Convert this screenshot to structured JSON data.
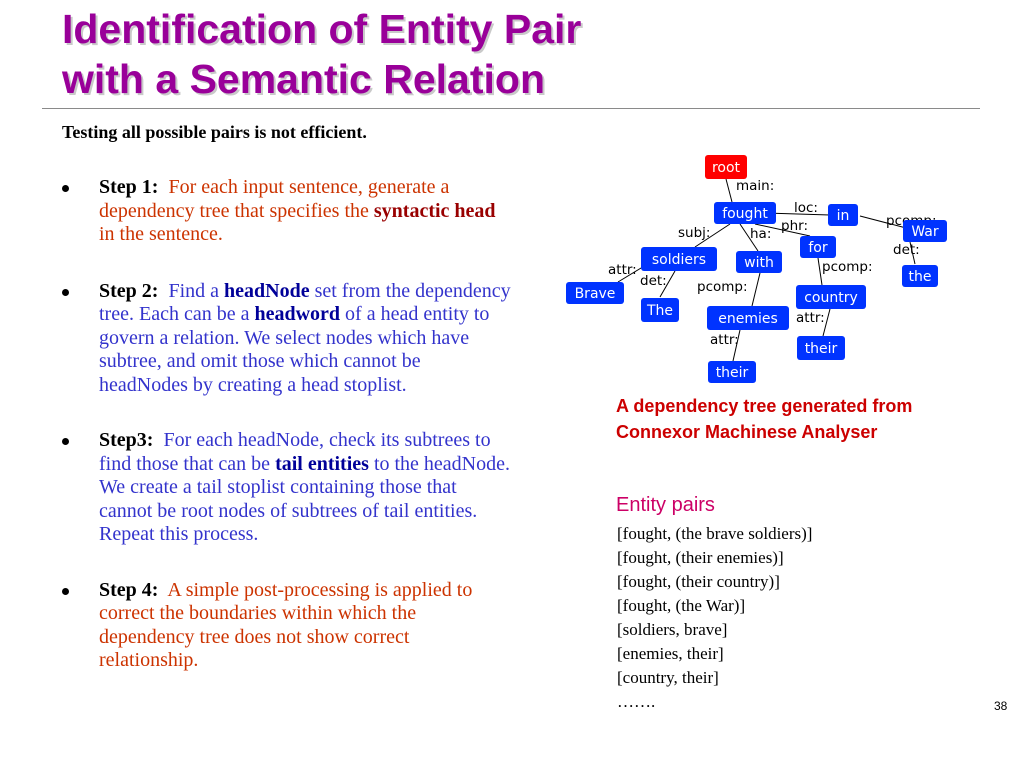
{
  "title": {
    "line1": "Identification of Entity Pair",
    "line2": "with a Semantic Relation"
  },
  "subtitle": "Testing all possible pairs is not efficient.",
  "steps": [
    {
      "label": "Step 1:",
      "text_1": "For each input sentence, generate a dependency tree that specifies the ",
      "bold_1": "syntactic head",
      "text_2": " in the sentence."
    },
    {
      "label": "Step 2:",
      "text_1": "Find a ",
      "bold_1": "headNode",
      "text_2": " set from the dependency tree.  Each can be a ",
      "bold_2": "headword",
      "text_3": " of a head entity to govern a relation.  We select nodes which have subtree, and omit those which cannot be headNodes by creating a head stoplist."
    },
    {
      "label": "Step3:",
      "text_1": "For each headNode, check its subtrees to find those that can be ",
      "bold_1": "tail entities",
      "text_2": " to the headNode. We create a tail stoplist containing those that cannot be root nodes of subtrees of tail entities. Repeat this process."
    },
    {
      "label": "Step 4:",
      "text_1": "A simple post-processing is applied to correct the boundaries within which the dependency tree does not show correct relationship."
    }
  ],
  "tree": {
    "colors": {
      "root": "#ff0000",
      "node": "#0033ff"
    },
    "nodes": {
      "root": "root",
      "fought": "fought",
      "in": "in",
      "War": "War",
      "the": "the",
      "soldiers": "soldiers",
      "with": "with",
      "for": "for",
      "Brave": "Brave",
      "The": "The",
      "enemies": "enemies",
      "country": "country",
      "their1": "their",
      "their2": "their"
    },
    "edges": {
      "main": "main:",
      "loc": "loc:",
      "pcomp1": "pcomp:",
      "subj": "subj:",
      "phr": "phr:",
      "ha": "ha:",
      "det1": "det:",
      "attr1": "attr:",
      "det2": "det:",
      "pcomp2": "pcomp:",
      "pcomp3": "pcomp:",
      "attr2": "attr:",
      "attr3": "attr:"
    }
  },
  "caption": {
    "line1": "A dependency tree generated from",
    "line2": "Connexor Machinese Analyser"
  },
  "pairs_heading": "Entity pairs",
  "pairs": [
    "[fought, (the brave soldiers)]",
    "[fought, (their enemies)]",
    "[fought, (their country)]",
    "[fought, (the War)]",
    "[soldiers, brave]",
    "[enemies, their]",
    "[country, their]",
    "……."
  ],
  "page_number": "38"
}
